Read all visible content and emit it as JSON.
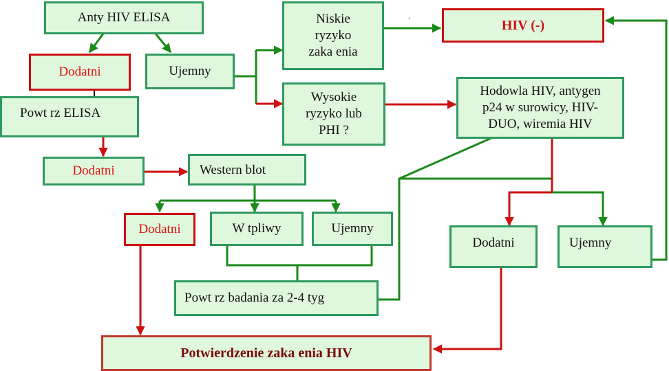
{
  "colors": {
    "box_fill": "#dff7dc",
    "green": "#1a8a1a",
    "box_border_green": "#2e9a5e",
    "red": "#cc1111",
    "red_text": "#e01010",
    "dark_red_border": "#c0392b"
  },
  "boxes": {
    "anty_elisa": "Anty HIV ELISA",
    "dodatni_1": "Dodatni",
    "ujemny_1": "Ujemny",
    "powtorz_elisa": "Powt  rz ELISA",
    "dodatni_2": "Dodatni",
    "niskie_ryzyko": "Niskie\nryzyko\nzaka enia",
    "wysokie_ryzyko": "Wysokie\nryzyko lub\nPHI ?",
    "hiv_negative": "HIV (-)",
    "hodowla": "Hodowla HIV, antygen\np24 w surowicy, HIV-\nDUO, wiremia HIV",
    "western_blot": "Western blot",
    "dodatni_3": "Dodatni",
    "watpliwy": "W  tpliwy",
    "ujemny_2": "Ujemny",
    "dodatni_4": "Dodatni",
    "ujemny_3": "Ujemny",
    "powtorz_badania": "Powt  rz badania za 2-4 tyg",
    "potwierdzenie": "Potwierdzenie zaka  enia HIV"
  },
  "stray_dot": "."
}
